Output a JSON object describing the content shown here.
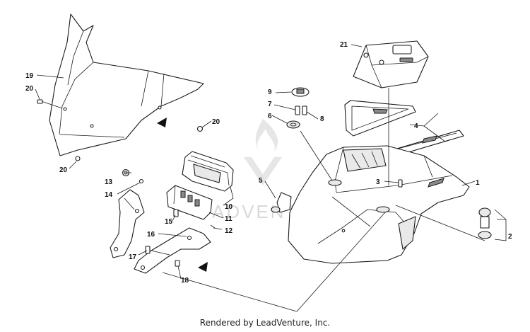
{
  "diagram": {
    "callouts": [
      {
        "id": "1",
        "label": "1"
      },
      {
        "id": "2",
        "label": "2"
      },
      {
        "id": "3",
        "label": "3"
      },
      {
        "id": "4",
        "label": "4"
      },
      {
        "id": "5",
        "label": "5"
      },
      {
        "id": "6",
        "label": "6"
      },
      {
        "id": "7",
        "label": "7"
      },
      {
        "id": "8",
        "label": "8"
      },
      {
        "id": "9",
        "label": "9"
      },
      {
        "id": "10",
        "label": "10"
      },
      {
        "id": "11",
        "label": "11"
      },
      {
        "id": "12",
        "label": "12"
      },
      {
        "id": "13",
        "label": "13"
      },
      {
        "id": "14",
        "label": "14"
      },
      {
        "id": "15",
        "label": "15"
      },
      {
        "id": "16",
        "label": "16"
      },
      {
        "id": "17",
        "label": "17"
      },
      {
        "id": "18",
        "label": "18"
      },
      {
        "id": "19",
        "label": "19"
      },
      {
        "id": "20a",
        "label": "20"
      },
      {
        "id": "20b",
        "label": "20"
      },
      {
        "id": "20c",
        "label": "20"
      },
      {
        "id": "21",
        "label": "21"
      }
    ]
  },
  "watermark": {
    "text": "ADVENTURE"
  },
  "footer": {
    "text": "Rendered by LeadVenture, Inc."
  },
  "colors": {
    "line": "#1a1a1a",
    "shade": "#e9e9e9",
    "watermark": "#d9d9d9"
  }
}
